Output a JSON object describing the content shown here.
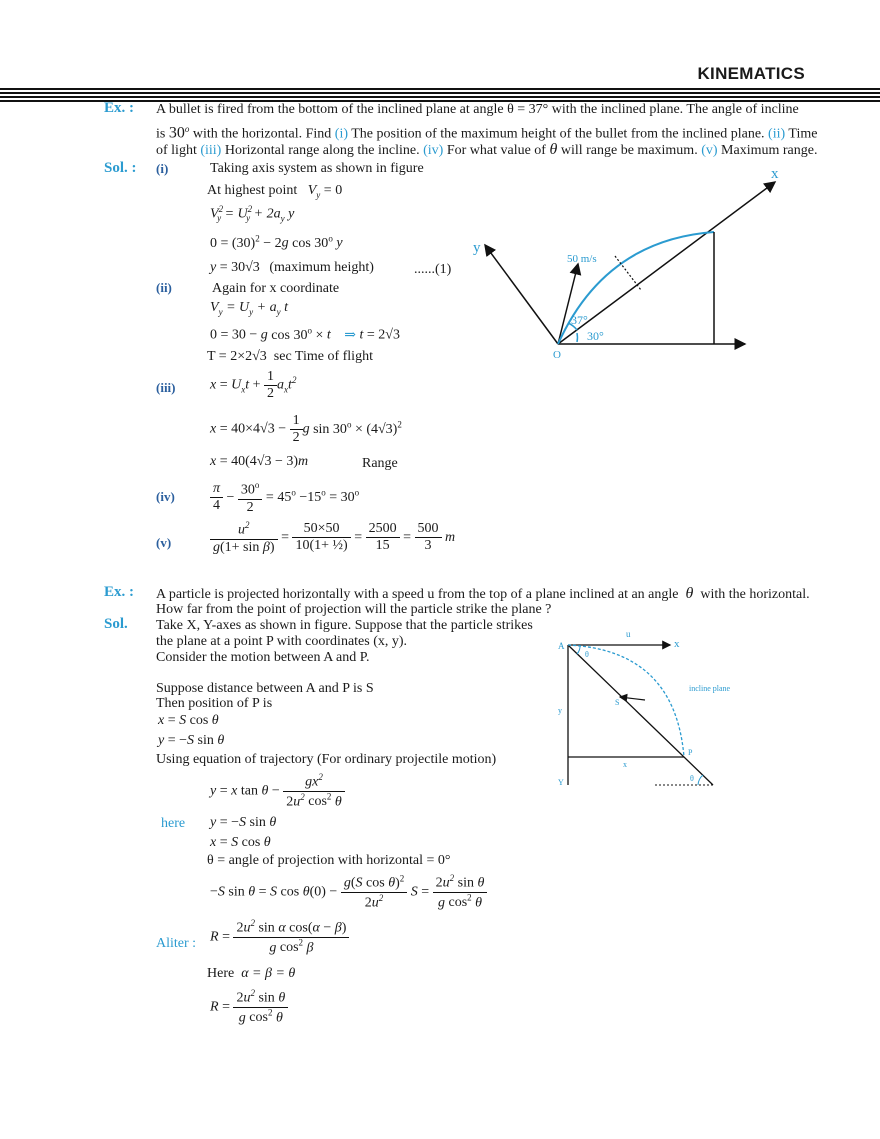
{
  "header": {
    "title": "KINEMATICS"
  },
  "ex1": {
    "label": "Ex. :",
    "line1": "A bullet is fired from the bottom of the inclined plane at angle θ = 37° with the inclined plane. The angle of incline",
    "line2a": "is",
    "line2b": "30",
    "line2c": "with the horizontal. Find",
    "q1": "(i)",
    "q1t": "The position of the maximum height of the bullet from the inclined plane.",
    "q2": "(ii)",
    "q2t": "Time",
    "line3a": "of light",
    "q3": "(iii)",
    "q3t": "Horizontal range along the incline.",
    "q4": "(iv)",
    "q4t": "For what value of",
    "q4t2": "will range be maximum.",
    "q5": "(v)",
    "q5t": "Maximum range."
  },
  "sol1": {
    "label": "Sol. :",
    "i": "(i)",
    "i_text": "Taking axis system as shown in figure",
    "i_top": "At highest point",
    "i_eq1": "V_y = 0",
    "i_eq2": "V_y² = U_y² + 2a_y y",
    "i_eq3": "0 = (30)² − 2g cos30° y",
    "i_eq4": "y = 30√3",
    "i_eq4b": "(maximum height)",
    "i_eq4c": "......(1)",
    "ii": "(ii)",
    "ii_text": "Again for x coordinate",
    "ii_eq1": "V_y = U_y + a_y t",
    "ii_eq2": "0 = 30 − g cos30° × t",
    "ii_eq2b": "⇒",
    "ii_eq2c": "t = 2√3",
    "ii_eq3a": "T =",
    "ii_eq3b": "2×2√3",
    "ii_eq3c": "sec Time of flight",
    "iii": "(iii)",
    "iii_eq1": "x = U_x t + ½ a_x t²",
    "iii_eq2": "x = 40×4√3 − ½ g sin30° × (4√3)²",
    "iii_eq3": "x = 40(4√3 − 3)m",
    "iii_eq3b": "Range",
    "iv": "(iv)",
    "iv_eq": "π/4 − 30°/2 = 45° − 15° = 30°",
    "v": "(v)",
    "v_eq": "u²/(g(1+sinβ)) = 50×50/(10(1+½)) = 2500/15 = 500/3 m"
  },
  "fig1": {
    "x_axis": "x",
    "y_axis": "y",
    "speed": "50 m/s",
    "angle1": "37°",
    "angle2": "30°",
    "origin": "O"
  },
  "ex2": {
    "label": "Ex. :",
    "line1a": "A particle is projected horizontally with a speed u from the top of a plane inclined at  an angle",
    "line1b": "with the horizontal.",
    "line2": "How far from the point of projection will the particle strike the plane ?"
  },
  "sol2": {
    "label": "Sol.",
    "l1": "Take X, Y-axes as shown in figure. Suppose  that the particle strikes",
    "l2": "the plane at a point P with coordinates (x, y).",
    "l3": "Consider the motion between A and P.",
    "l4": "Suppose distance between A and P is S",
    "l5": "Then position of P is",
    "eq1": "x = S cosθ",
    "eq2": "y = −S sinθ",
    "l6": "Using equation of trajectory (For ordinary projectile motion)",
    "eq3": "y = x tanθ − gx²/(2u² cos²θ)",
    "here": "here",
    "eq4": "y = −S sinθ",
    "eq5": "x = S cosθ",
    "l7": "θ  = angle of projection with horizontal = 0°",
    "eq6": "−S sinθ = S cosθ(0) − g(S cosθ)²/2u²  S = 2u² sinθ/(g cos²θ)",
    "aliter": "Aliter :",
    "eq7": "R = 2u² sinα cos(α − β)/(g cos²β)",
    "here2": "Here",
    "eq8": "α = β = θ",
    "eq9": "R = 2u² sinθ/(g cos²θ)"
  },
  "fig2": {
    "A": "A",
    "u": "u",
    "x": "x",
    "theta": "θ",
    "incline": "incline plane",
    "S": "S",
    "y": "y",
    "P": "P",
    "xb": "x",
    "Y": "Y",
    "theta2": "θ"
  }
}
